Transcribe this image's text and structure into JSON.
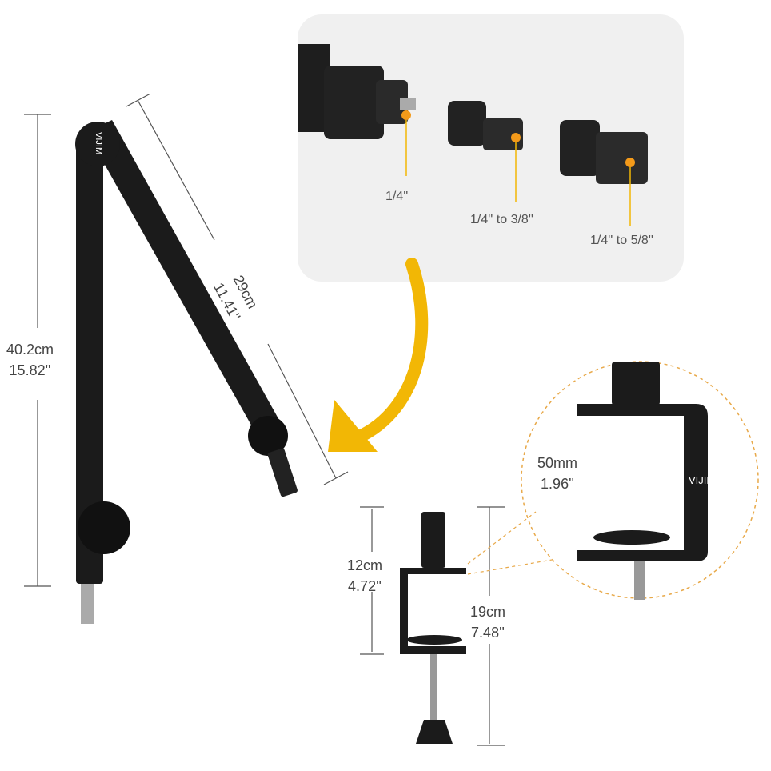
{
  "brand": "VIJIM",
  "colors": {
    "accent": "#f2b705",
    "dot": "#f39a1a",
    "panel": "#f0f0f0",
    "product": "#1b1b1b"
  },
  "adapters": [
    {
      "label": "1/4''"
    },
    {
      "label": "1/4'' to 3/8''"
    },
    {
      "label": "1/4'' to 5/8''"
    }
  ],
  "dimensions": {
    "arm_height": {
      "cm": "40.2cm",
      "in": "15.82''"
    },
    "arm_length": {
      "cm": "29cm",
      "in": "11.41''"
    },
    "clamp_opening": {
      "mm": "50mm",
      "in": "1.96''"
    },
    "clamp_width": {
      "cm": "12cm",
      "in": "4.72''"
    },
    "clamp_height": {
      "cm": "19cm",
      "in": "7.48''"
    }
  }
}
